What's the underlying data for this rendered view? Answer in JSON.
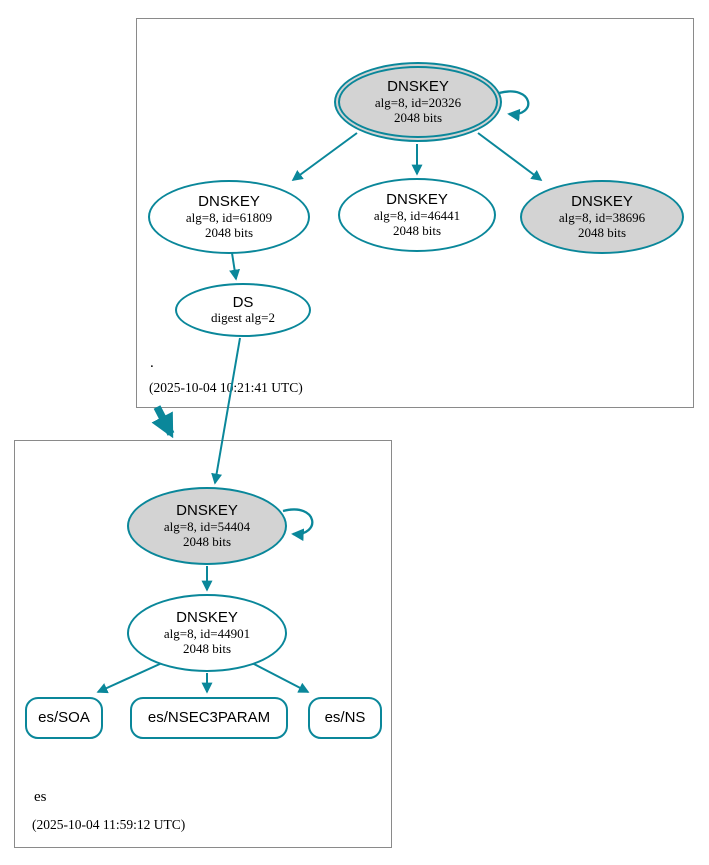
{
  "diagram_type": "dnssec-authentication-chain-graph",
  "colors": {
    "accent": "#0a879a",
    "gray_fill": "#d3d3d3",
    "box_border": "#8a8a8a",
    "text": "#000000"
  },
  "zones": [
    {
      "name": ".",
      "timestamp": "(2025-10-04 10:21:41 UTC)",
      "nodes": [
        {
          "id": "dnskey-20326",
          "label": "DNSKEY",
          "detail": "alg=8, id=20326",
          "size": "2048 bits",
          "style": "trust-anchor, gray-filled, double-border, self-signing"
        },
        {
          "id": "dnskey-61809",
          "label": "DNSKEY",
          "detail": "alg=8, id=61809",
          "size": "2048 bits",
          "style": "white"
        },
        {
          "id": "dnskey-46441",
          "label": "DNSKEY",
          "detail": "alg=8, id=46441",
          "size": "2048 bits",
          "style": "white"
        },
        {
          "id": "dnskey-38696",
          "label": "DNSKEY",
          "detail": "alg=8, id=38696",
          "size": "2048 bits",
          "style": "gray-filled"
        },
        {
          "id": "ds",
          "label": "DS",
          "detail": "digest alg=2",
          "size": "",
          "style": "white"
        }
      ]
    },
    {
      "name": "es",
      "timestamp": "(2025-10-04 11:59:12 UTC)",
      "nodes": [
        {
          "id": "dnskey-54404",
          "label": "DNSKEY",
          "detail": "alg=8, id=54404",
          "size": "2048 bits",
          "style": "gray-filled, self-signing"
        },
        {
          "id": "dnskey-44901",
          "label": "DNSKEY",
          "detail": "alg=8, id=44901",
          "size": "2048 bits",
          "style": "white"
        },
        {
          "id": "rrset-soa",
          "label": "es/SOA"
        },
        {
          "id": "rrset-nsec3param",
          "label": "es/NSEC3PARAM"
        },
        {
          "id": "rrset-ns",
          "label": "es/NS"
        }
      ]
    }
  ],
  "edges": [
    "dnskey-20326 -> dnskey-20326 (self loop)",
    "dnskey-20326 -> dnskey-61809",
    "dnskey-20326 -> dnskey-46441",
    "dnskey-20326 -> dnskey-38696",
    "dnskey-61809 -> ds",
    "ds -> dnskey-54404",
    "zone . -> zone es (thick delegation arrow)",
    "dnskey-54404 -> dnskey-54404 (self loop)",
    "dnskey-54404 -> dnskey-44901",
    "dnskey-44901 -> rrset-soa",
    "dnskey-44901 -> rrset-nsec3param",
    "dnskey-44901 -> rrset-ns"
  ]
}
